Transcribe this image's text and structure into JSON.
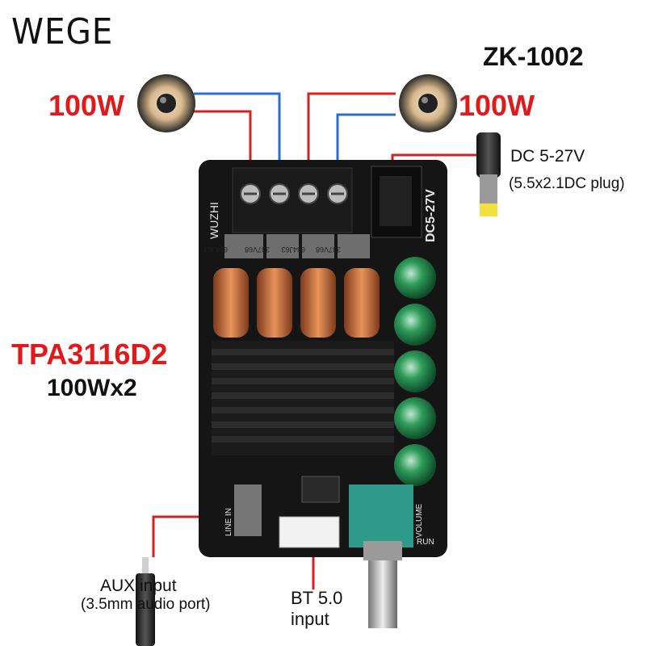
{
  "brand": "WEGE",
  "model": "ZK-1002",
  "left_power": "100W",
  "right_power": "100W",
  "chip": {
    "name": "TPA3116D2",
    "rating": "100Wx2"
  },
  "dc_input": {
    "title": "DC 5-27V",
    "subtitle": "(5.5x2.1DC plug)"
  },
  "aux_input": {
    "title": "AUX input",
    "subtitle": "(3.5mm audio port)"
  },
  "bt_input": {
    "line1": "BT 5.0",
    "line2": "input"
  },
  "board_text": {
    "maker": "WUZHI",
    "voltage": "DC5-27V",
    "line_in": "LINE IN",
    "volume": "VOLUME",
    "run": "RUN",
    "inductor_codes": [
      "684J63",
      "337V68",
      "684J63",
      "337V68"
    ]
  },
  "colors": {
    "accent_red": "#e01a1a",
    "wire_red": "#d42020",
    "wire_blue": "#2a6fd0",
    "board": "#151515",
    "heatsink": "#1c1c1c",
    "capacitor": "#1e8a4a"
  },
  "icons": [
    "speaker-icon",
    "dc-plug-icon",
    "aux-jack-icon",
    "volume-knob-icon"
  ]
}
